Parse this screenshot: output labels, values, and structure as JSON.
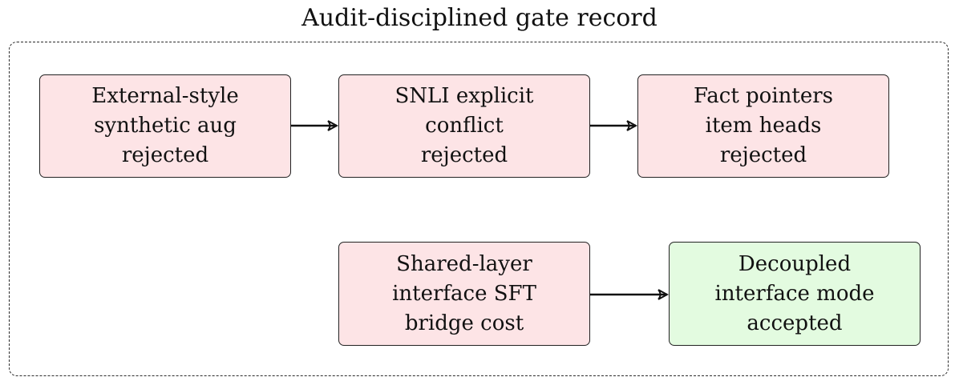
{
  "title": "Audit-disciplined gate record",
  "colors": {
    "rejected_fill": "#fde4e6",
    "accepted_fill": "#e3fbe0",
    "stroke": "#222222"
  },
  "nodes": [
    {
      "id": "external-style",
      "label": "External-style\nsynthetic aug\nrejected",
      "status": "rejected"
    },
    {
      "id": "snli",
      "label": "SNLI explicit\nconflict\nrejected",
      "status": "rejected"
    },
    {
      "id": "fact-pointers",
      "label": "Fact pointers\nitem heads\nrejected",
      "status": "rejected"
    },
    {
      "id": "shared-layer",
      "label": "Shared-layer\ninterface SFT\nbridge cost",
      "status": "rejected"
    },
    {
      "id": "decoupled",
      "label": "Decoupled\ninterface mode\naccepted",
      "status": "accepted"
    }
  ],
  "edges": [
    {
      "from": "external-style",
      "to": "snli"
    },
    {
      "from": "snli",
      "to": "fact-pointers"
    },
    {
      "from": "shared-layer",
      "to": "decoupled"
    }
  ]
}
